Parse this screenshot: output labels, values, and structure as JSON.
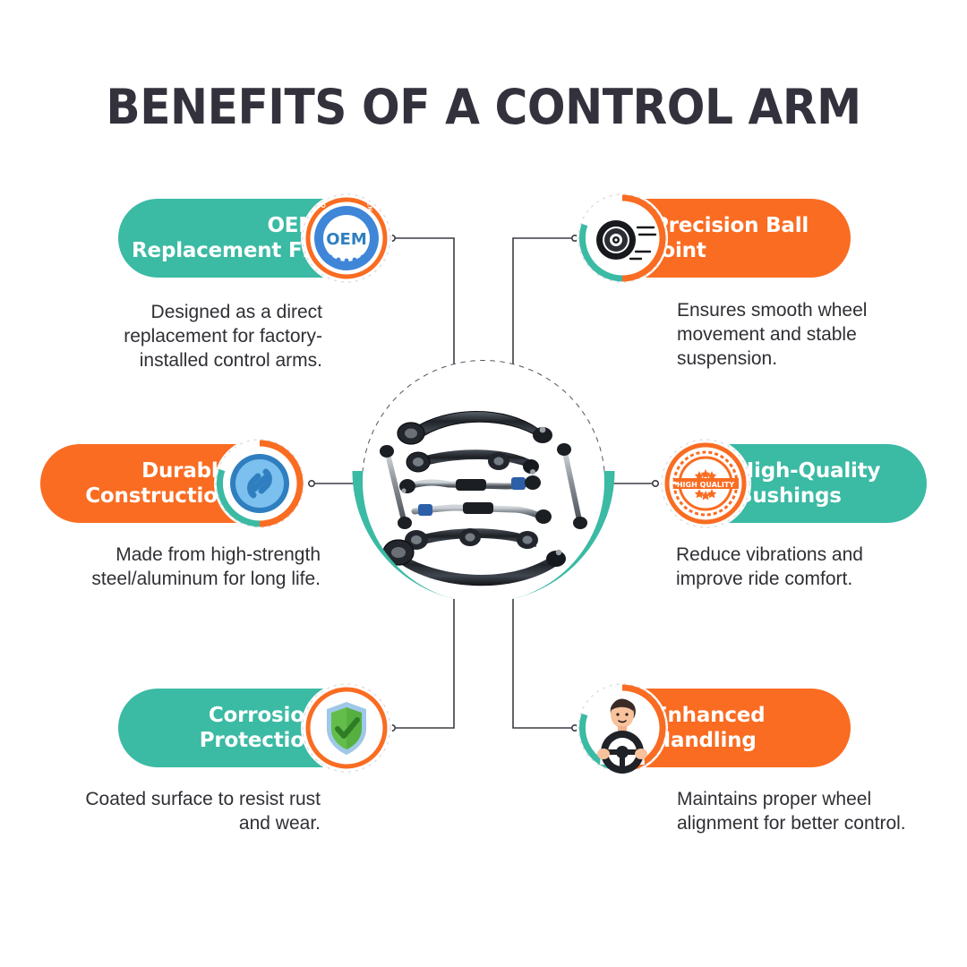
{
  "page": {
    "title": "BENEFITS OF A CONTROL ARM",
    "background": "#ffffff"
  },
  "colors": {
    "teal": "#3bbaa4",
    "orange": "#f96c22",
    "title_text": "#33323c",
    "body_text": "#2f2f35",
    "badge_text": "#ffffff",
    "connector_line": "#3c3c46",
    "dotted_ring": "#555560",
    "icon_blue": "#2f7fc0",
    "icon_blue_light": "#7cc0ef",
    "shield_green": "#63bd4a",
    "shield_blue": "#9fc8e8"
  },
  "center": {
    "name": "control-arm-kit-photo",
    "alt": "Control arm suspension kit components",
    "rings": {
      "teal_arc_label": "teal-arc",
      "orange_arc_label": "orange-arc",
      "dotted_arc_label": "dotted-arc"
    }
  },
  "benefits": [
    {
      "id": "oem-replacement-fit",
      "side": "left",
      "pill_color": "teal",
      "icon": "oem-seal-icon",
      "icon_caption_ring": "ORIGINAL EQUIPMENT MANUFACTURER",
      "icon_caption_center": "OEM",
      "title_lines": [
        "OEM",
        "Replacement Fit"
      ],
      "description": "Designed as a direct replacement for factory-installed control arms."
    },
    {
      "id": "precision-ball-joint",
      "side": "right",
      "pill_color": "orange",
      "icon": "ball-joint-icon",
      "title_lines": [
        "Precision Ball",
        "Joint"
      ],
      "description": "Ensures smooth wheel movement and stable suspension."
    },
    {
      "id": "durable-construction",
      "side": "left",
      "pill_color": "orange",
      "icon": "chain-link-icon",
      "title_lines": [
        "Durable",
        "Construction"
      ],
      "description": "Made from high-strength steel/aluminum for long life."
    },
    {
      "id": "high-quality-bushings",
      "side": "right",
      "pill_color": "teal",
      "icon": "high-quality-seal-icon",
      "icon_caption_center": "HIGH QUALITY",
      "title_lines": [
        "High-Quality",
        "Bushings"
      ],
      "description": "Reduce vibrations and improve ride comfort."
    },
    {
      "id": "corrosion-protection",
      "side": "left",
      "pill_color": "teal",
      "icon": "shield-check-icon",
      "title_lines": [
        "Corrosion",
        "Protection"
      ],
      "description": "Coated surface to resist rust and wear."
    },
    {
      "id": "enhanced-handling",
      "side": "right",
      "pill_color": "orange",
      "icon": "driver-steering-wheel-icon",
      "title_lines": [
        "Enhanced",
        "Handling"
      ],
      "description": "Maintains proper wheel alignment for better control."
    }
  ]
}
